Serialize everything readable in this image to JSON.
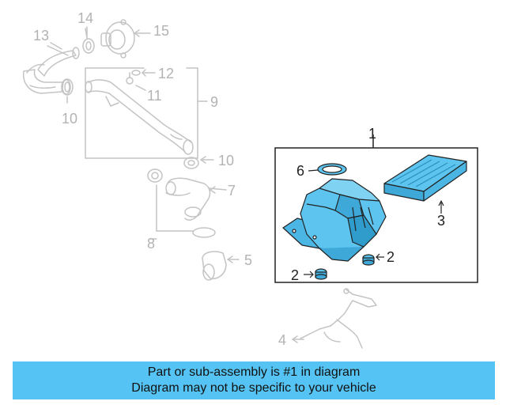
{
  "callouts": {
    "c1": "1",
    "c2a": "2",
    "c2b": "2",
    "c3": "3",
    "c4": "4",
    "c5": "5",
    "c6": "6",
    "c7": "7",
    "c8": "8",
    "c9": "9",
    "c10a": "10",
    "c10b": "10",
    "c11": "11",
    "c12": "12",
    "c13": "13",
    "c14": "14",
    "c15": "15"
  },
  "footer": {
    "line1": "Part or sub-assembly is #1 in diagram",
    "line2": "Diagram may not be specific to your vehicle"
  },
  "colors": {
    "highlight": "#55c3f3",
    "part_fill": "#5cc4ee",
    "faded_line": "#c4c4c4",
    "faded_text": "#b3b3b3",
    "dark_line": "#222222"
  }
}
